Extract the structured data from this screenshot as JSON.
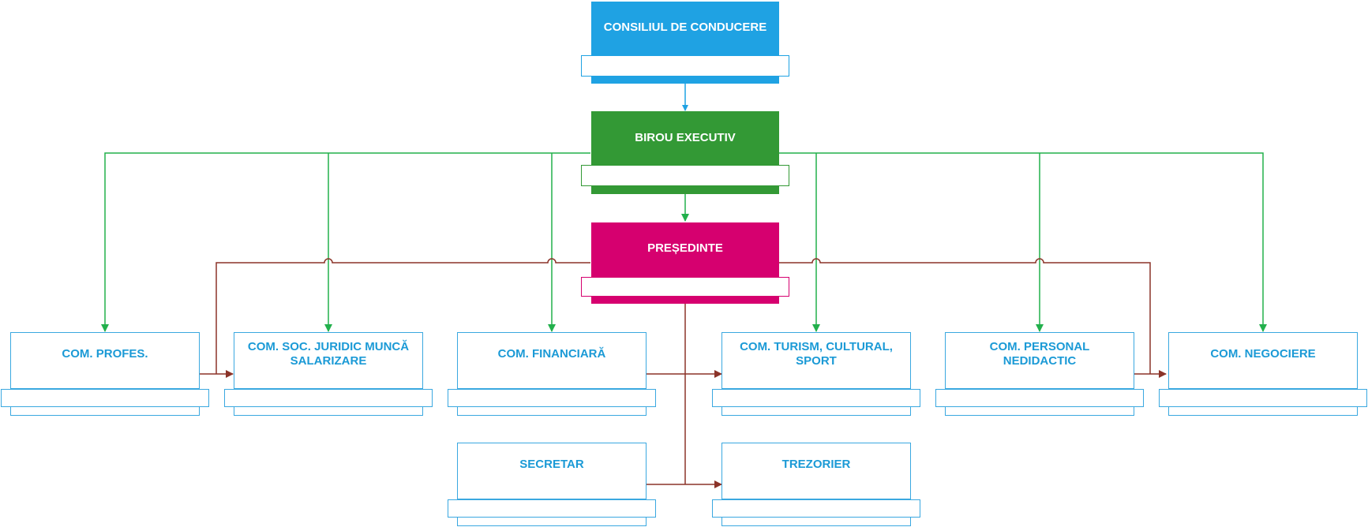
{
  "colors": {
    "consiliu": "#1fa2e3",
    "birou": "#339935",
    "presedinte": "#d6006f",
    "committee_border": "#3aa8e0",
    "committee_text": "#1b9ad6",
    "green_connector": "#22b04c",
    "red_connector": "#8b3328"
  },
  "nodes": {
    "consiliu": "CONSILIUL DE CONDUCERE",
    "birou": "BIROU EXECUTIV",
    "presedinte": "PREȘEDINTE",
    "com_profes": "COM. PROFES.",
    "com_juridic": "COM. SOC. JURIDIC MUNCĂ SALARIZARE",
    "com_financiara": "COM. FINANCIARĂ",
    "com_turism": "COM. TURISM, CULTURAL, SPORT",
    "com_personal": "COM. PERSONAL NEDIDACTIC",
    "com_negociere": "COM. NEGOCIERE",
    "secretar": "SECRETAR",
    "trezorier": "TREZORIER"
  }
}
